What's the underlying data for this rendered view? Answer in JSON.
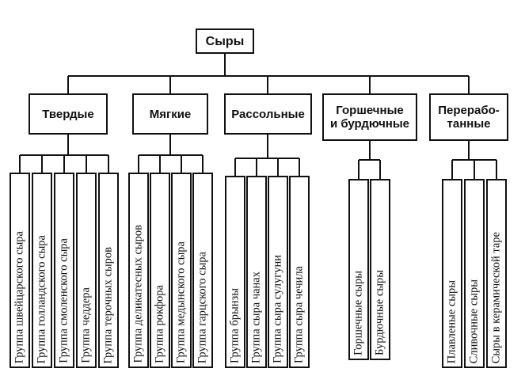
{
  "root": {
    "label": "Сыры"
  },
  "categories": [
    {
      "label": "Твердые",
      "items": [
        "Группа швейцарского сыра",
        "Группа голландского сыра",
        "Группа смоленского сыра",
        "Группа чеддера",
        "Группа терочных сыров"
      ]
    },
    {
      "label": "Мягкие",
      "items": [
        "Группа деликатесных сыров",
        "Группа рокфора",
        "Группа медынского сыра",
        "Группа гарцского сыра"
      ]
    },
    {
      "label": "Рассольные",
      "items": [
        "Группа брынзы",
        "Группа сыра чанах",
        "Группа сыра сулугуни",
        "Группа сыра чечила"
      ]
    },
    {
      "label": "Горшечные\nи бурдючные",
      "items": [
        "Горшечные сыры",
        "Бурдючные сыры"
      ]
    },
    {
      "label": "Перерабо-\nтанные",
      "items": [
        "Плавленые сыры",
        "Сливочные сыры",
        "Сыры в керамической таре"
      ]
    }
  ]
}
